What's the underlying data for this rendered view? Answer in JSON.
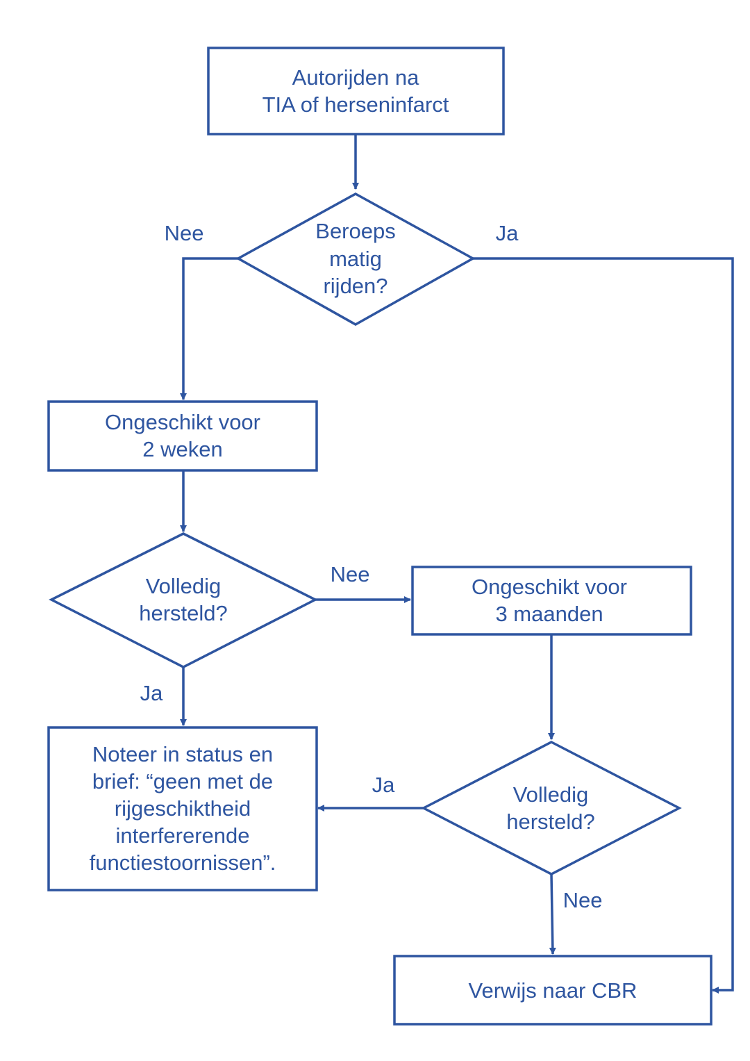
{
  "colors": {
    "stroke": "#2e55a0",
    "text": "#2e55a0",
    "background": "#ffffff"
  },
  "nodes": {
    "start": {
      "lines": [
        "Autorijden na",
        "TIA of herseninfarct"
      ]
    },
    "decision_professional": {
      "lines": [
        "Beroeps",
        "matig",
        "rijden?"
      ]
    },
    "unfit_two_weeks": {
      "lines": [
        "Ongeschikt voor",
        "2 weken"
      ]
    },
    "decision_recovered_1": {
      "lines": [
        "Volledig",
        "hersteld?"
      ]
    },
    "unfit_three_months": {
      "lines": [
        "Ongeschikt voor",
        "3 maanden"
      ]
    },
    "note_in_record": {
      "lines": [
        "Noteer in status en",
        "brief: “geen met de",
        "rijgeschiktheid",
        "interfererende",
        "functiestoornissen”."
      ]
    },
    "decision_recovered_2": {
      "lines": [
        "Volledig",
        "hersteld?"
      ]
    },
    "refer_cbr": {
      "lines": [
        "Verwijs naar CBR"
      ]
    }
  },
  "edges": {
    "professional_no": "Nee",
    "professional_yes": "Ja",
    "recovered_1_no": "Nee",
    "recovered_1_yes": "Ja",
    "recovered_2_yes": "Ja",
    "recovered_2_no": "Nee"
  }
}
